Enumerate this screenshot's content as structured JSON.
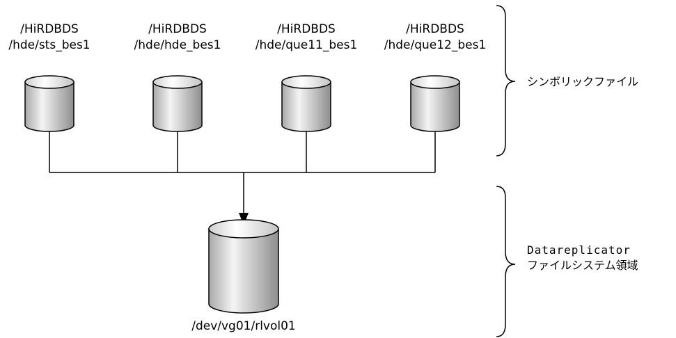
{
  "symbolic_files": [
    {
      "line1": "/HiRDBDS",
      "line2": "/hde/sts_bes1"
    },
    {
      "line1": "/HiRDBDS",
      "line2": "/hde/hde_bes1"
    },
    {
      "line1": "/HiRDBDS",
      "line2": "/hde/que11_bes1"
    },
    {
      "line1": "/HiRDBDS",
      "line2": "/hde/que12_bes1"
    }
  ],
  "volume": {
    "label": "/dev/vg01/rlvol01"
  },
  "braces": {
    "symbolic": {
      "label": "シンボリックファイル"
    },
    "filesystem": {
      "line1": "Datareplicator",
      "line2": "ファイルシステム領域"
    }
  },
  "colors": {
    "cylinder_light": "#f2f2f2",
    "cylinder_dark": "#9a9a9a",
    "stroke": "#000000"
  }
}
